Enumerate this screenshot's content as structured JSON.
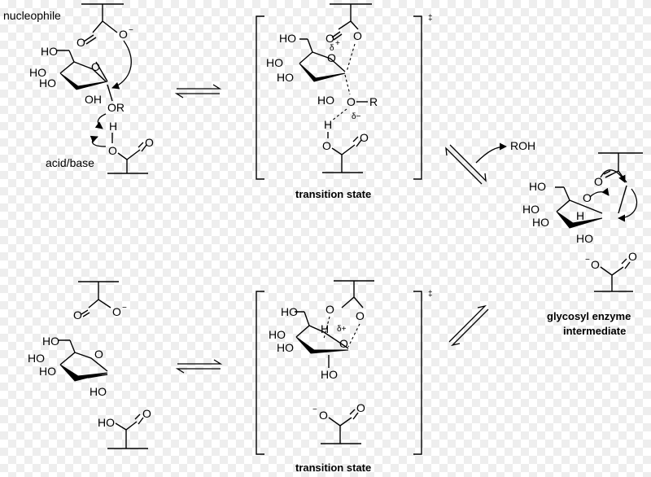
{
  "labels": {
    "nucleophile": "nucleophile",
    "acid_base": "acid/base",
    "transition_state": "transition state",
    "glycosyl_enzyme_line1": "glycosyl enzyme",
    "glycosyl_enzyme_line2": "intermediate",
    "roh": "ROH",
    "dagger": "‡"
  },
  "atoms": {
    "HO": "HO",
    "OH": "OH",
    "O": "O",
    "H": "H",
    "R": "R",
    "OR": "OR",
    "O_minus": "O",
    "minus": "−",
    "delta": "δ",
    "plus": "+",
    "delta_plus": "δ+",
    "delta_minus": "δ−"
  }
}
